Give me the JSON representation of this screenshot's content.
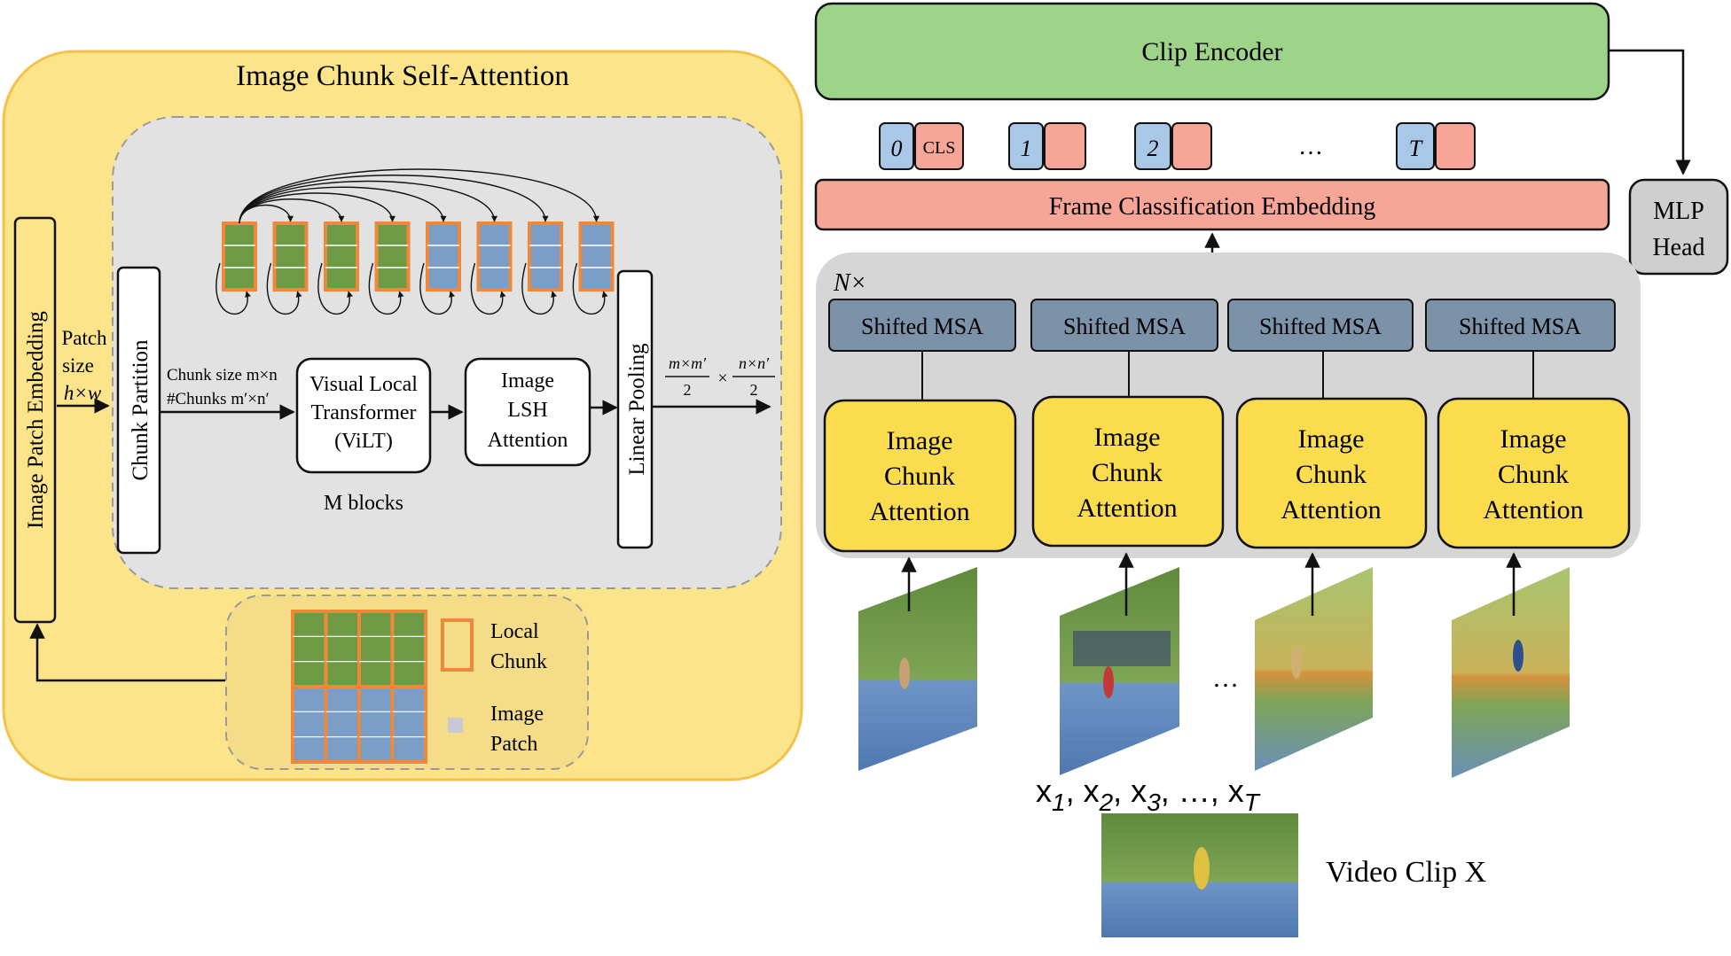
{
  "left_panel": {
    "title": "Image Chunk Self-Attention",
    "patch_embedding_label": "Image Patch Embedding",
    "patch_size_label": "Patch",
    "patch_size_label2": "size",
    "patch_size_value": "h×w",
    "chunk_partition_label": "Chunk Partition",
    "chunk_size_label": "Chunk size m×n",
    "num_chunks_label": "#Chunks m′×n′",
    "vilt_line1": "Visual Local",
    "vilt_line2": "Transformer",
    "vilt_line3": "(ViLT)",
    "m_blocks_label": "M blocks",
    "lsh_line1": "Image",
    "lsh_line2": "LSH",
    "lsh_line3": "Attention",
    "linear_pooling_label": "Linear Pooling",
    "output_frac1_num": "m×m′",
    "output_frac1_den": "2",
    "output_times": "×",
    "output_frac2_num": "n×n′",
    "output_frac2_den": "2",
    "legend": {
      "local_chunk_line1": "Local",
      "local_chunk_line2": "Chunk",
      "image_patch_line1": "Image",
      "image_patch_line2": "Patch"
    }
  },
  "right_panel": {
    "clip_encoder_label": "Clip Encoder",
    "mlp_head_line1": "MLP",
    "mlp_head_line2": "Head",
    "tokens": [
      {
        "index": "0",
        "cls": "CLS"
      },
      {
        "index": "1",
        "cls": ""
      },
      {
        "index": "2",
        "cls": ""
      },
      {
        "index": "T",
        "cls": ""
      }
    ],
    "token_ellipsis": "…",
    "frame_embedding_label": "Frame Classification Embedding",
    "repeat_label": "N×",
    "msa_label": "Shifted MSA",
    "attention_line1": "Image",
    "attention_line2": "Chunk",
    "attention_line3": "Attention",
    "frames_ellipsis": "…",
    "frames_caption": "x1, x2, x3, …, xT",
    "video_clip_label": "Video Clip X"
  },
  "colors": {
    "yellow_panel": "#fbe48a",
    "yellow_panel_edge": "#f3c24a",
    "gray_panel": "#dcdcdc",
    "green_encoder": "#9ed48a",
    "red_embedding": "#f6a596",
    "blue_token": "#a9c8e8",
    "msa_blue": "#7c92a8",
    "attention_yellow": "#fbdc4f",
    "orange_chunk": "#f0883a"
  }
}
